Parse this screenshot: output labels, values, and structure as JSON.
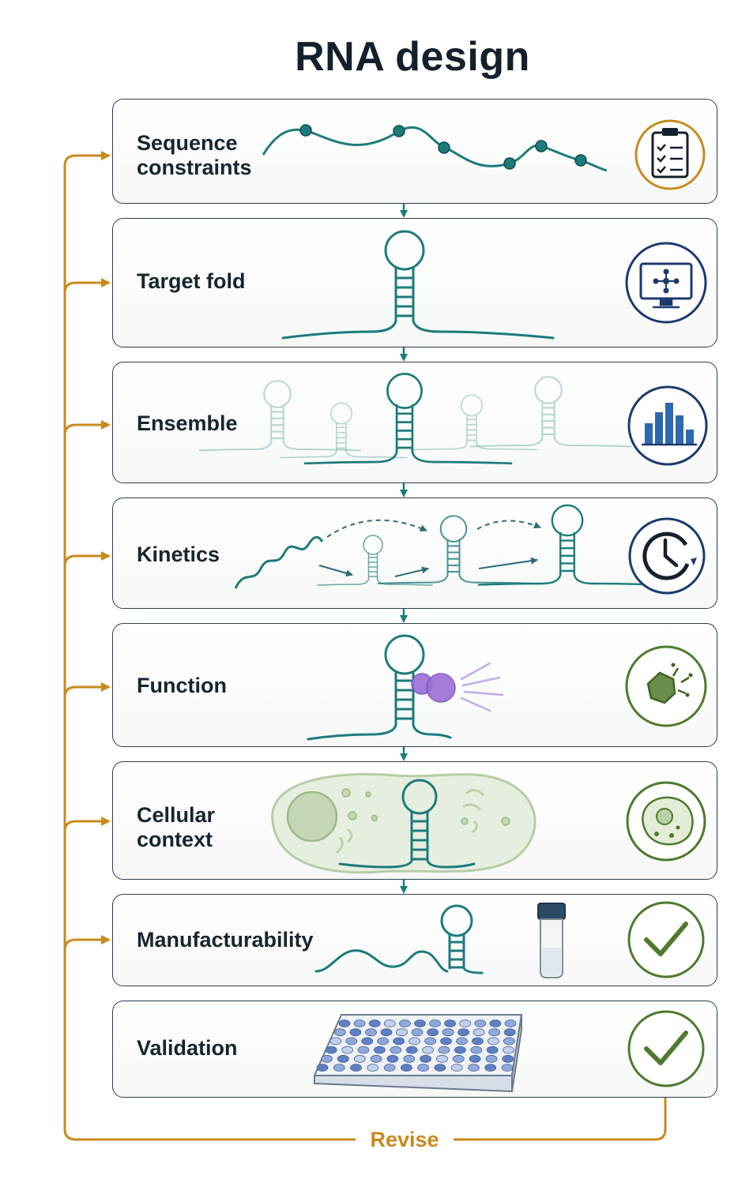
{
  "title": "RNA design",
  "stages": [
    {
      "label": "Sequence\nconstraints",
      "icon": "clipboard-checklist-icon"
    },
    {
      "label": "Target fold",
      "icon": "computer-network-icon"
    },
    {
      "label": "Ensemble",
      "icon": "bar-chart-icon"
    },
    {
      "label": "Kinetics",
      "icon": "clock-icon"
    },
    {
      "label": "Function",
      "icon": "ligand-binding-icon"
    },
    {
      "label": "Cellular\ncontext",
      "icon": "cell-icon"
    },
    {
      "label": "Manufacturability",
      "icon": "checkmark-icon"
    },
    {
      "label": "Validation",
      "icon": "checkmark-icon"
    }
  ],
  "feedback_label": "Revise",
  "colors": {
    "teal": "#1e7b7b",
    "orange": "#c98a1e",
    "navy": "#1d3a6e",
    "green": "#4f7a2e",
    "purple": "#8a5fc9"
  }
}
